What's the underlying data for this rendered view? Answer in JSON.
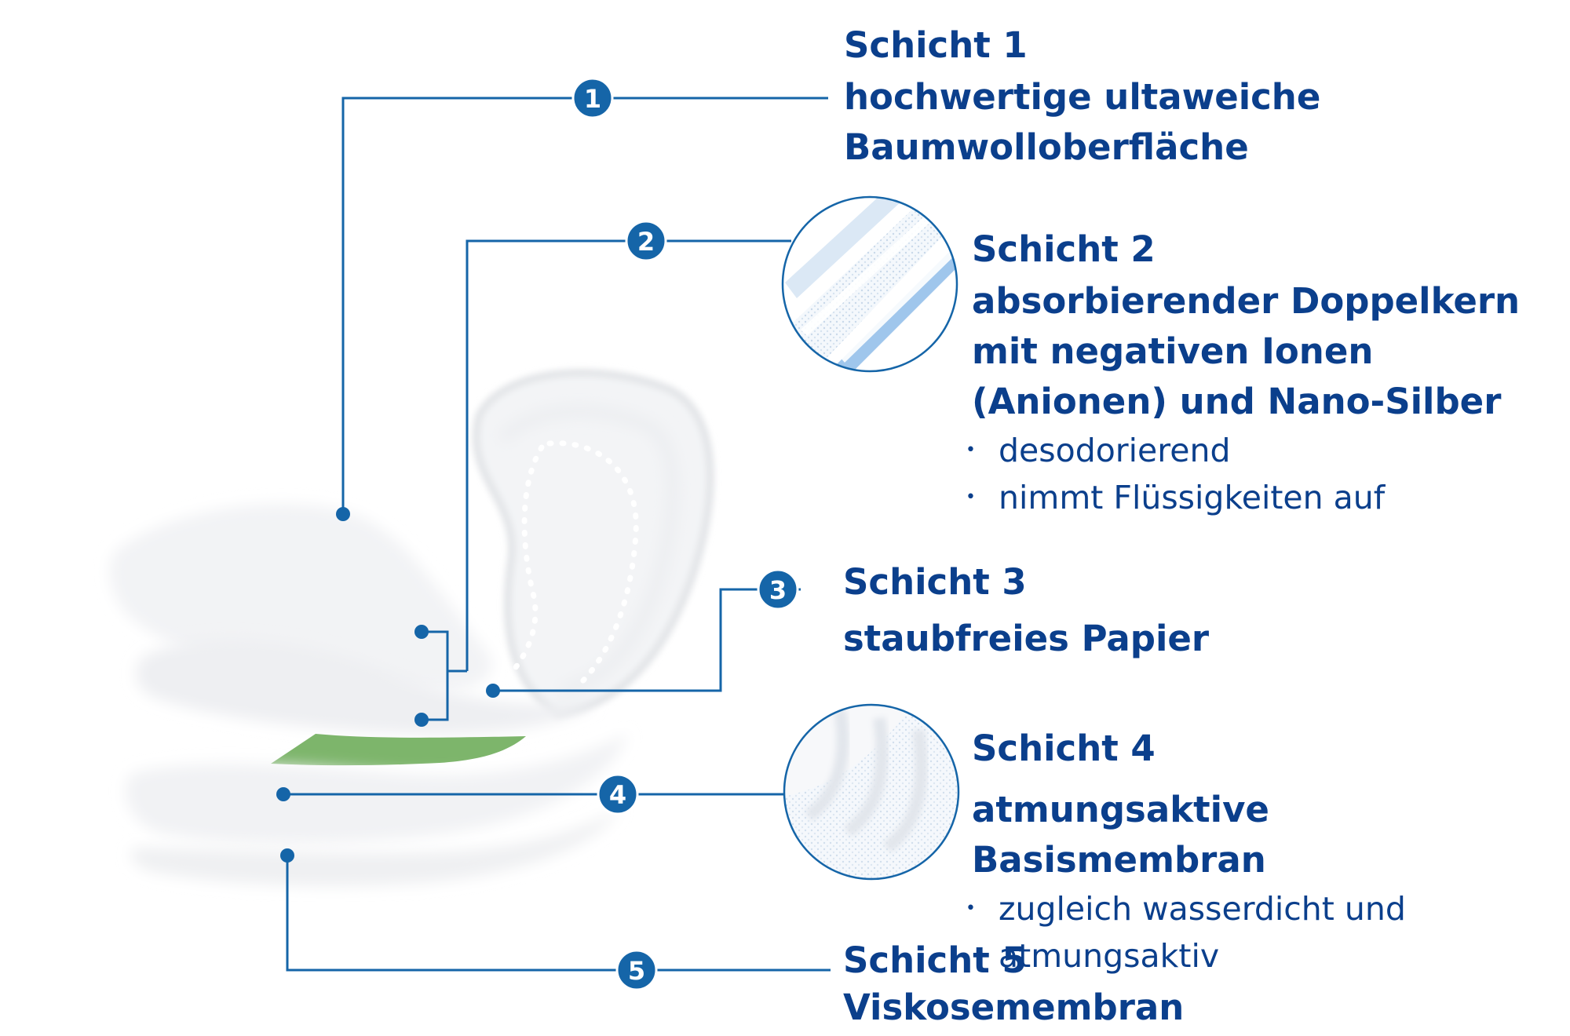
{
  "diagram": {
    "line_color": "#1565a8",
    "text_color": "#0b3f8c",
    "accent_green": "#7db56b"
  },
  "layers": [
    {
      "number": "1",
      "title": "Schicht 1",
      "description": "hochwertige ultaweiche Baumwolloberfläche",
      "bullets": []
    },
    {
      "number": "2",
      "title": "Schicht 2",
      "description": "absorbierender Doppelkern mit negativen Ionen (Anionen) und Nano-Silber",
      "bullets": [
        "desodorierend",
        "nimmt Flüssigkeiten auf"
      ]
    },
    {
      "number": "3",
      "title": "Schicht 3",
      "description": "staubfreies Papier",
      "bullets": []
    },
    {
      "number": "4",
      "title": "Schicht 4",
      "description": "atmungsaktive Basismembran",
      "bullets": [
        "zugleich wasserdicht und atmungsaktiv"
      ]
    },
    {
      "number": "5",
      "title": "Schicht 5",
      "description": "Viskosemembran",
      "bullets": []
    }
  ],
  "detail_images": [
    "absorbent-core-closeup",
    "base-membrane-closeup"
  ]
}
